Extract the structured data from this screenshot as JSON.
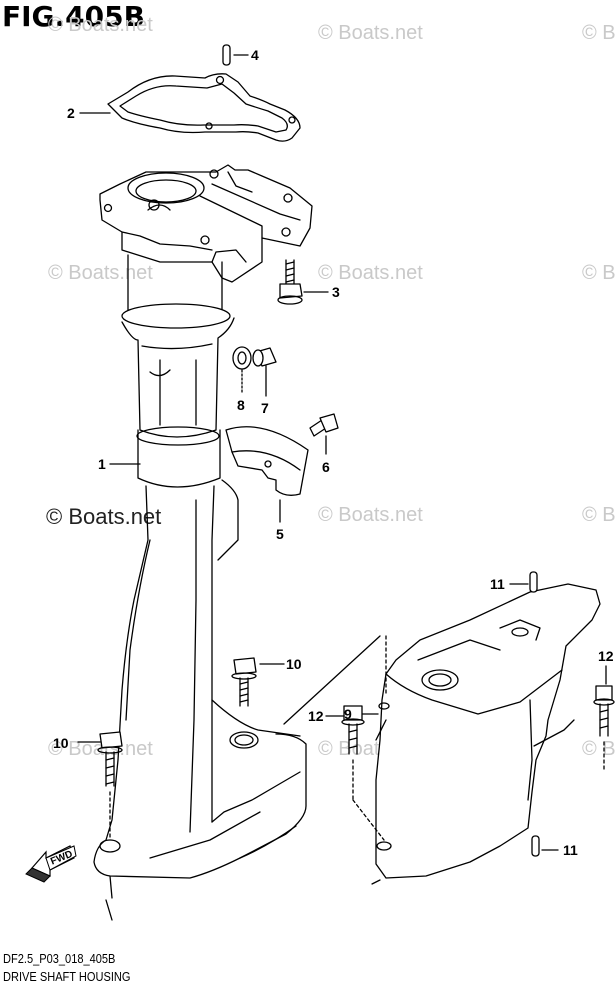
{
  "figure": {
    "title": "FIG.405B",
    "code": "DF2.5_P03_018_405B",
    "name": "DRIVE SHAFT HOUSING"
  },
  "watermark": {
    "text": "© Boats.net",
    "text_right_cut": "© B"
  },
  "direction_label": "FWD",
  "callouts": [
    "1",
    "2",
    "3",
    "4",
    "5",
    "6",
    "7",
    "8",
    "9",
    "10",
    "10",
    "11",
    "11",
    "12",
    "12"
  ],
  "colors": {
    "line": "#000000",
    "watermark": "#c9c9c9",
    "background": "#ffffff"
  }
}
